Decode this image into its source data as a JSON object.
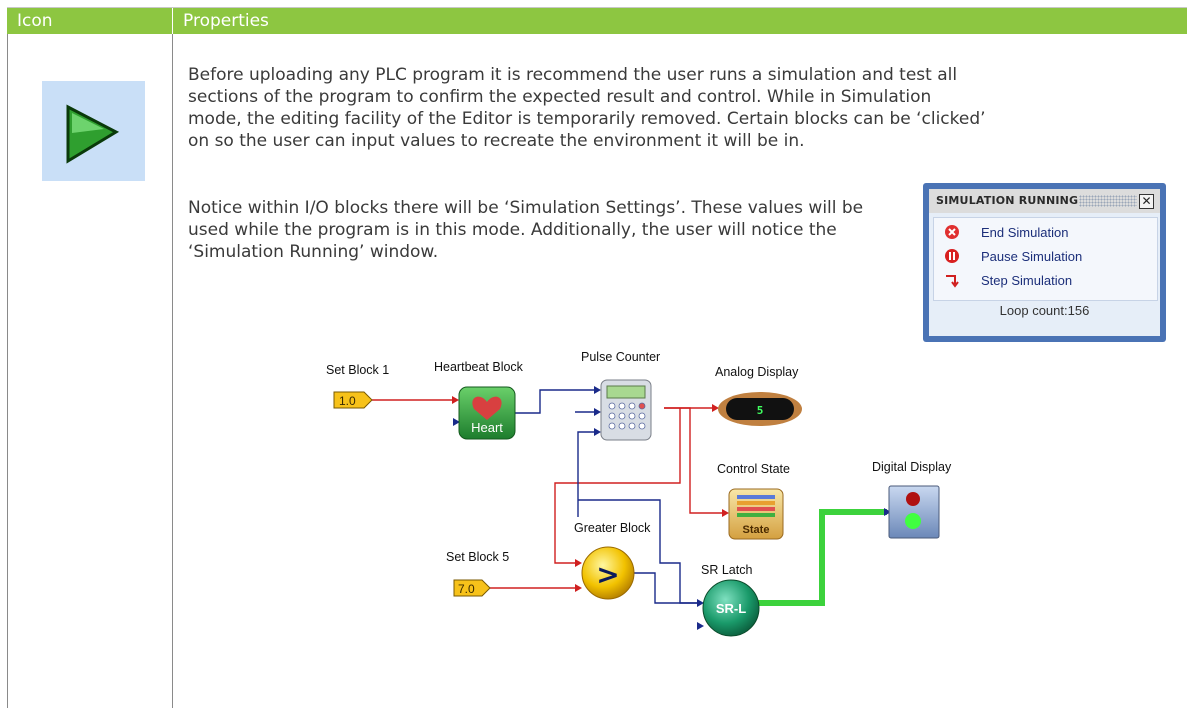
{
  "table": {
    "header": {
      "icon": "Icon",
      "properties": "Properties"
    },
    "icon": {
      "name": "play-triangle-icon",
      "color": "#3fbf3f"
    }
  },
  "content": {
    "paragraph1": "Before uploading any PLC program it is recommend the user runs a simulation and test all sections of the program to confirm the expected result and control. While in Simulation mode, the editing facility of the Editor is temporarily removed. Certain blocks can be ‘clicked’ on so the user can input values to recreate the environment it will be in.",
    "paragraph2": "Notice within I/O blocks there will be ‘Simulation Settings’. These values will be used while the program is in this mode. Additionally, the user will notice the ‘Simulation Running’ window."
  },
  "sim_window": {
    "title": "SIMULATION RUNNING",
    "items": [
      {
        "label": "End Simulation",
        "icon": "stop-x-icon"
      },
      {
        "label": "Pause Simulation",
        "icon": "pause-icon"
      },
      {
        "label": "Step Simulation",
        "icon": "step-arrow-icon"
      }
    ],
    "loop_count": "Loop count:156"
  },
  "diagram": {
    "blocks": {
      "set_block_1": {
        "label": "Set Block 1",
        "value": "1.0"
      },
      "heartbeat": {
        "label": "Heartbeat Block",
        "text": "Heart"
      },
      "pulse_counter": {
        "label": "Pulse Counter"
      },
      "analog_display": {
        "label": "Analog Display",
        "value": "5"
      },
      "control_state": {
        "label": "Control State",
        "text": "State"
      },
      "digital_display": {
        "label": "Digital Display"
      },
      "greater": {
        "label": "Greater Block",
        "symbol": ">"
      },
      "set_block_5": {
        "label": "Set Block 5",
        "value": "7.0"
      },
      "sr_latch": {
        "label": "SR Latch",
        "text": "SR-L"
      }
    },
    "colors": {
      "input_wire": "#d02020",
      "output_wire": "#1a2a8a",
      "active_wire": "#3cd23c"
    }
  }
}
